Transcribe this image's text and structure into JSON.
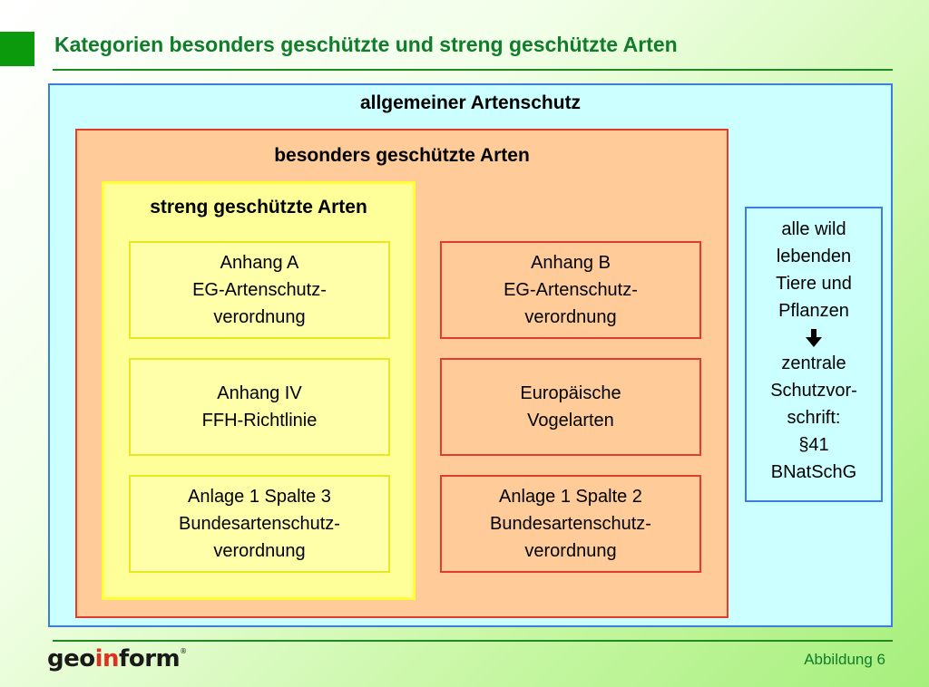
{
  "slide": {
    "title": "Kategorien besonders geschützte und streng geschützte Arten"
  },
  "diagram": {
    "outer_label": "allgemeiner Artenschutz",
    "middle_label": "besonders geschützte Arten",
    "inner_label": "streng geschützte Arten",
    "cells": {
      "anhang_a": "Anhang A\nEG-Artenschutz-\nverordnung",
      "anhang_b": "Anhang B\nEG-Artenschutz-\nverordnung",
      "anhang_iv": "Anhang IV\nFFH-Richtlinie",
      "vogelarten": "Europäische\nVogelarten",
      "anlage_spalte_3": "Anlage 1 Spalte 3\nBundesartenschutz-\nverordnung",
      "anlage_spalte_2": "Anlage 1 Spalte 2\nBundesartenschutz-\nverordnung"
    },
    "side_box": {
      "top_text": "alle wild\nlebenden\n Tiere und\nPflanzen",
      "arrow_icon": "arrow-down-icon",
      "bottom_text": "zentrale\nSchutzvor-\nschrift:\n§41\nBNatSchG"
    }
  },
  "footer": {
    "logo_part1": "geo",
    "logo_part2": "in",
    "logo_part3": "form",
    "logo_mark": "®",
    "label": "Abbildung 6"
  },
  "colors": {
    "title_green": "#0f7d2a",
    "outer_fill": "#ccffff",
    "outer_border": "#3d7de0",
    "middle_fill": "#ffcc99",
    "middle_border": "#e53b2a",
    "inner_fill": "#ffff99",
    "inner_border": "#ffff33"
  }
}
